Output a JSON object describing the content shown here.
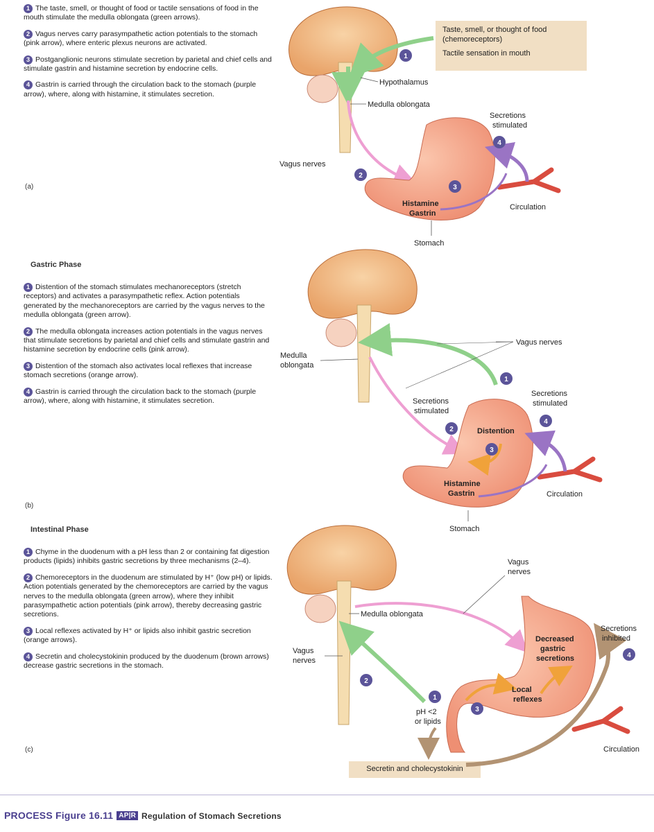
{
  "panels": [
    {
      "id": "a",
      "phase_title": "",
      "label": "(a)",
      "steps": [
        {
          "num": "1",
          "text": "The taste, smell, or thought of food or tactile sensations of food in the mouth stimulate the medulla oblongata (green arrows)."
        },
        {
          "num": "2",
          "text": "Vagus nerves carry parasympathetic action potentials to the stomach (pink arrow), where enteric plexus neurons are activated."
        },
        {
          "num": "3",
          "text": "Postganglionic neurons stimulate secretion by parietal and chief cells and stimulate gastrin and histamine secretion by endocrine cells."
        },
        {
          "num": "4",
          "text": "Gastrin is carried through the circulation back to the stomach (purple arrow), where, along with histamine, it stimulates secretion."
        }
      ],
      "diagram": {
        "box_line1": "Taste, smell, or thought of food",
        "box_line2": "(chemoreceptors)",
        "box_line3": "Tactile sensation in mouth",
        "hypothalamus": "Hypothalamus",
        "medulla": "Medulla oblongata",
        "vagus": "Vagus nerves",
        "secretions_1": "Secretions",
        "secretions_2": "stimulated",
        "histamine": "Histamine",
        "gastrin": "Gastrin",
        "circulation": "Circulation",
        "stomach": "Stomach",
        "badges": [
          "1",
          "2",
          "3",
          "4"
        ]
      }
    },
    {
      "id": "b",
      "phase_title": "Gastric Phase",
      "label": "(b)",
      "steps": [
        {
          "num": "1",
          "text": "Distention of the stomach stimulates mechanoreceptors (stretch receptors) and activates a parasympathetic reflex. Action potentials generated by the mechanoreceptors are carried by the vagus nerves to the medulla oblongata (green arrow)."
        },
        {
          "num": "2",
          "text": "The medulla oblongata increases action potentials in the vagus nerves that stimulate secretions by parietal and chief cells and stimulate gastrin and histamine secretion by endocrine cells (pink arrow)."
        },
        {
          "num": "3",
          "text": "Distention of the stomach also activates local reflexes that increase stomach secretions (orange arrow)."
        },
        {
          "num": "4",
          "text": "Gastrin is carried through the circulation back to the stomach (purple arrow), where, along with histamine, it stimulates secretion."
        }
      ],
      "diagram": {
        "medulla_1": "Medulla",
        "medulla_2": "oblongata",
        "vagus": "Vagus nerves",
        "secretions_left_1": "Secretions",
        "secretions_left_2": "stimulated",
        "secretions_right_1": "Secretions",
        "secretions_right_2": "stimulated",
        "distention": "Distention",
        "histamine": "Histamine",
        "gastrin": "Gastrin",
        "circulation": "Circulation",
        "stomach": "Stomach",
        "badges": [
          "1",
          "2",
          "3",
          "4"
        ]
      }
    },
    {
      "id": "c",
      "phase_title": "Intestinal Phase",
      "label": "(c)",
      "steps": [
        {
          "num": "1",
          "text": "Chyme in the duodenum with a pH less than 2 or containing fat digestion products (lipids) inhibits gastric secretions by three mechanisms (2–4)."
        },
        {
          "num": "2",
          "text": "Chemoreceptors in the duodenum are stimulated by H⁺ (low pH) or lipids. Action potentials generated by the chemoreceptors are carried by the vagus nerves to the medulla oblongata (green arrow), where they inhibit parasympathetic action potentials (pink arrow), thereby decreasing gastric secretions."
        },
        {
          "num": "3",
          "text": "Local reflexes activated by H⁺ or lipids also inhibit gastric secretion (orange arrows)."
        },
        {
          "num": "4",
          "text": "Secretin and cholecystokinin produced by the duodenum (brown arrows) decrease gastric secretions in the stomach."
        }
      ],
      "diagram": {
        "vagus_top_1": "Vagus",
        "vagus_top_2": "nerves",
        "medulla": "Medulla oblongata",
        "vagus_left_1": "Vagus",
        "vagus_left_2": "nerves",
        "decreased_1": "Decreased",
        "decreased_2": "gastric",
        "decreased_3": "secretions",
        "secretions_1": "Secretions",
        "secretions_2": "inhibited",
        "local_1": "Local",
        "local_2": "reflexes",
        "ph_1": "pH <2",
        "ph_2": "or lipids",
        "circulation": "Circulation",
        "secretin_box": "Secretin and cholecystokinin",
        "badges": [
          "1",
          "2",
          "3",
          "4"
        ]
      }
    }
  ],
  "footer": {
    "process": "PROCESS Figure 16.11",
    "apr": "AP|R",
    "caption": "Regulation of Stomach Secretions"
  },
  "colors": {
    "badge": "#5b5499",
    "green_arrow": "#8fd08a",
    "pink_arrow": "#ee9fd2",
    "purple_arrow": "#9a74c4",
    "orange_arrow": "#f0a23a",
    "brown_arrow": "#b29373",
    "stomach": "#f6a88a",
    "brain": "#f2c08c",
    "box_fill": "#f1dfc4"
  }
}
